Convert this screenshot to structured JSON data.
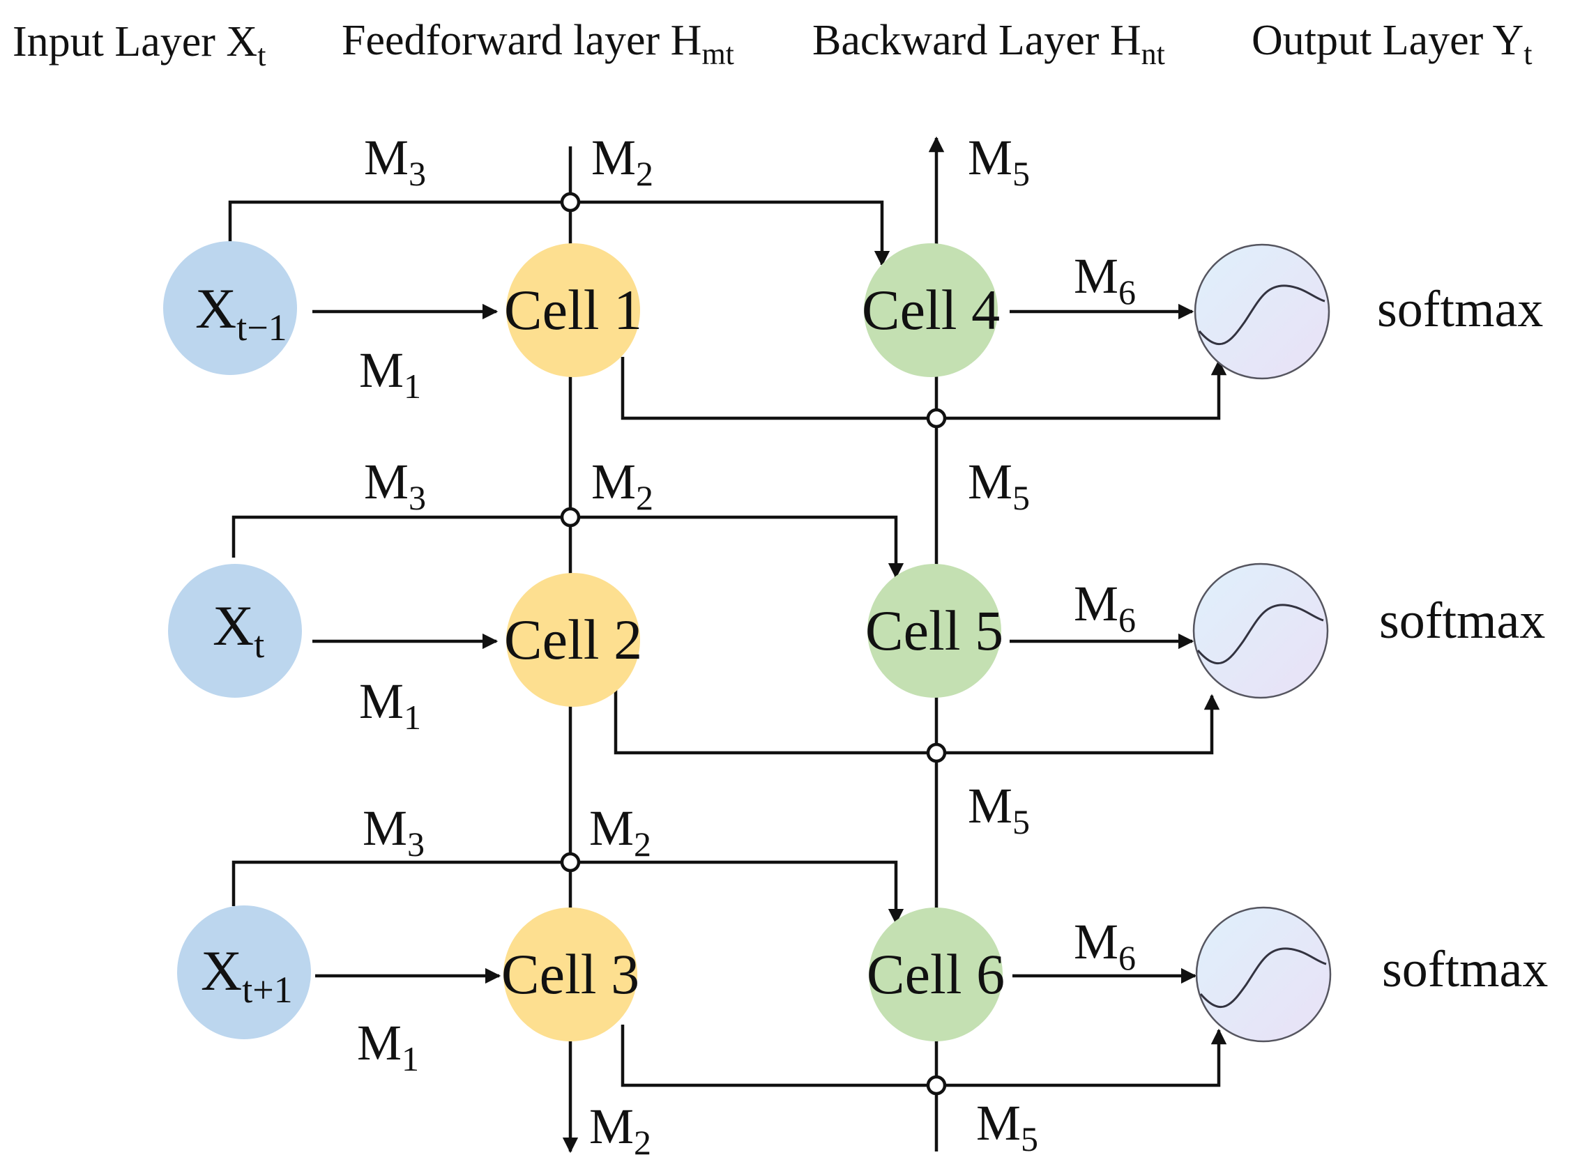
{
  "headers": {
    "input": {
      "main": "Input Layer X",
      "sub": "t"
    },
    "feedforward": {
      "main": "Feedforward layer  H",
      "sub": "mt"
    },
    "backward": {
      "main": "Backward Layer H",
      "sub": "nt"
    },
    "output": {
      "main": "Output Layer Y",
      "sub": "t"
    }
  },
  "inputs": [
    {
      "main": "X",
      "sub": "t−1"
    },
    {
      "main": "X",
      "sub": "t"
    },
    {
      "main": "X",
      "sub": "t+1"
    }
  ],
  "forward_cells": [
    "Cell 1",
    "Cell 2",
    "Cell 3"
  ],
  "backward_cells": [
    "Cell 4",
    "Cell 5",
    "Cell 6"
  ],
  "outputs": [
    "softmax",
    "softmax",
    "softmax"
  ],
  "weights": {
    "m1": {
      "main": "M",
      "sub": "1"
    },
    "m2": {
      "main": "M",
      "sub": "2"
    },
    "m3": {
      "main": "M",
      "sub": "3"
    },
    "m5": {
      "main": "M",
      "sub": "5"
    },
    "m6": {
      "main": "M",
      "sub": "6"
    }
  },
  "colors": {
    "input_node": "#bcd6ee",
    "forward_node": "#fddf90",
    "backward_node": "#c4e0b2",
    "output_node_from": "#dff0fb",
    "output_node_to": "#e9e1f6",
    "line": "#111111"
  }
}
